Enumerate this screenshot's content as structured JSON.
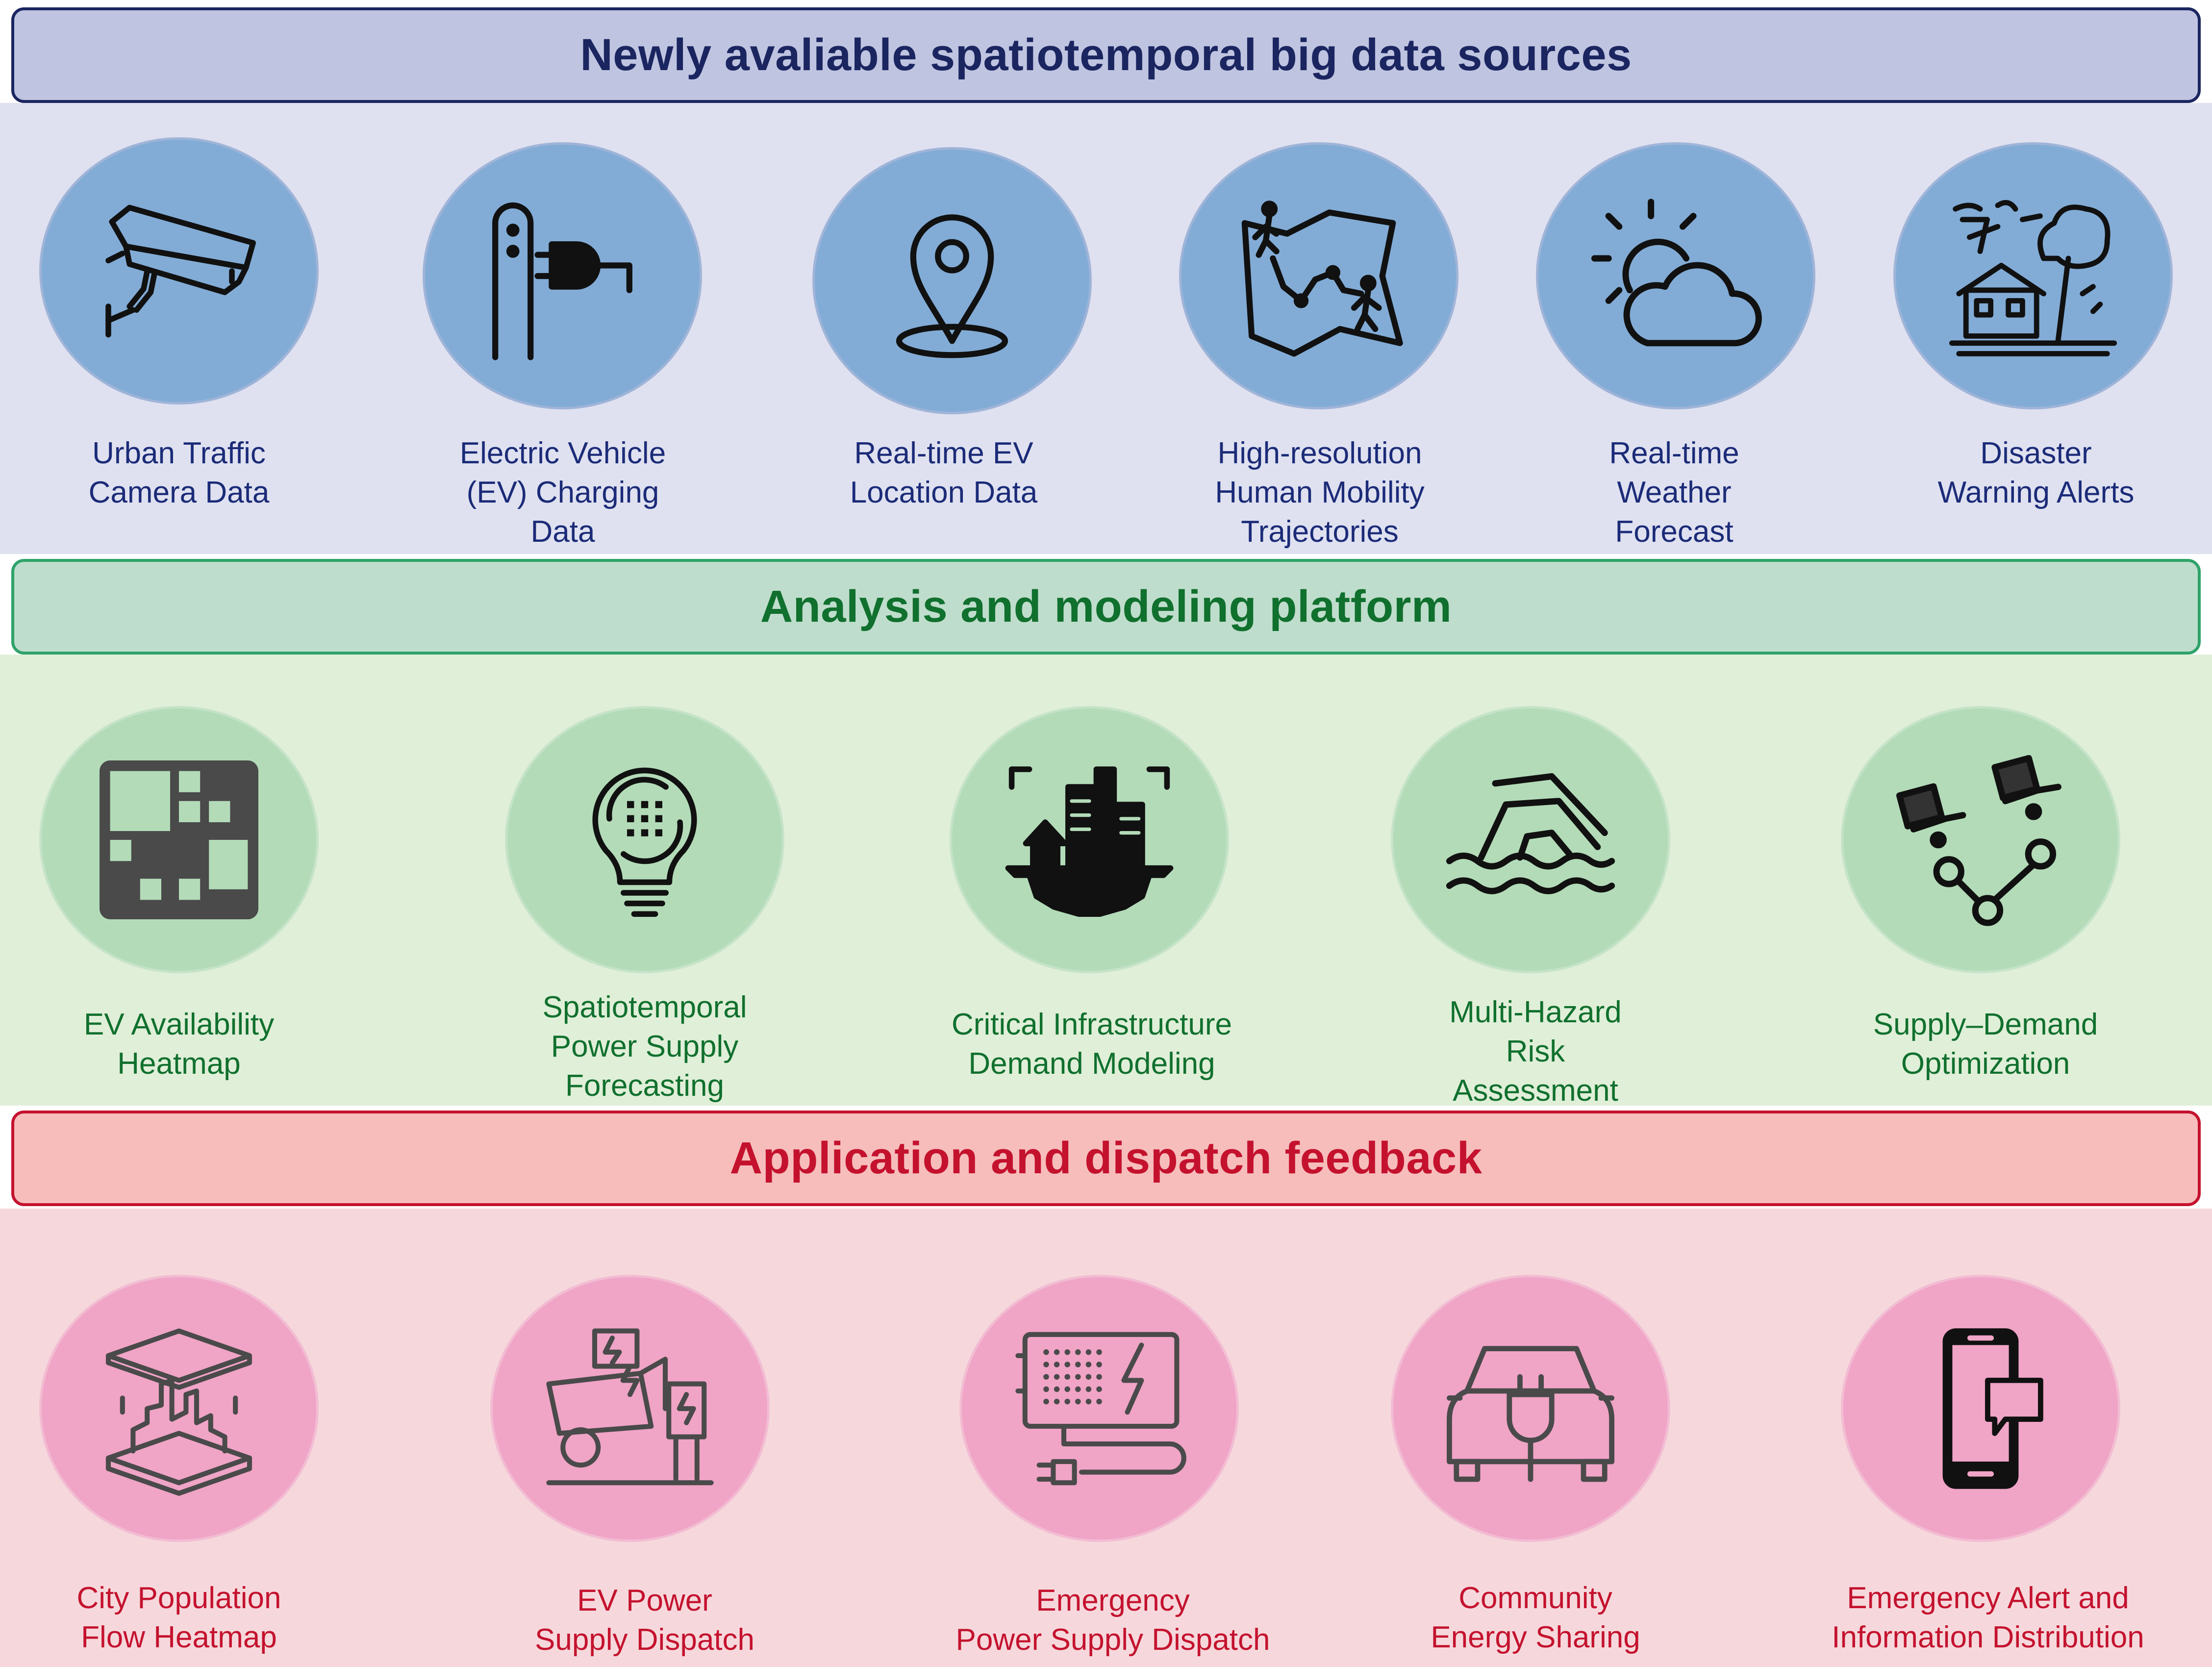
{
  "colors": {
    "section1_band": "#dfe1f0",
    "section1_header_bg": "#bfc4e0",
    "section1_header_border": "#1b2560",
    "section1_text": "#1b2560",
    "section2_band": "#e0efd8",
    "section2_header_bg": "#bfddcc",
    "section2_header_border": "#2fa36a",
    "section2_text": "#10702e",
    "section3_band": "#f6d8dc",
    "section3_header_bg": "#f6bdbb",
    "section3_header_border": "#c4122e",
    "section3_text": "#c4122e"
  },
  "sections": [
    {
      "title": "Newly avaliable spatiotemporal big data sources",
      "items": [
        {
          "label": "Urban Traffic\nCamera Data",
          "icon": "cctv-camera-icon"
        },
        {
          "label": "Electric Vehicle\n(EV)  Charging\nData",
          "icon": "ev-charger-plug-icon"
        },
        {
          "label": "Real-time EV\nLocation Data",
          "icon": "location-pin-icon"
        },
        {
          "label": "High-resolution\nHuman Mobility\nTrajectories",
          "icon": "map-trajectory-icon"
        },
        {
          "label": "Real-time\nWeather\nForecast",
          "icon": "sun-cloud-icon"
        },
        {
          "label": "Disaster\nWarning Alerts",
          "icon": "storm-house-icon"
        }
      ]
    },
    {
      "title": "Analysis and modeling platform",
      "items": [
        {
          "label": "EV Availability\nHeatmap",
          "icon": "heatmap-grid-icon"
        },
        {
          "label": "Spatiotemporal\nPower Supply\nForecasting",
          "icon": "lightbulb-cycle-icon"
        },
        {
          "label": "Critical Infrastructure\nDemand Modeling",
          "icon": "city-gear-icon"
        },
        {
          "label": "Multi-Hazard\nRisk\nAssessment",
          "icon": "flood-house-icon"
        },
        {
          "label": "Supply–Demand\nOptimization",
          "icon": "supply-network-icon"
        }
      ]
    },
    {
      "title": "Application and dispatch feedback",
      "items": [
        {
          "label": "City Population\nFlow Heatmap",
          "icon": "city-3d-platform-icon"
        },
        {
          "label": "EV Power\nSupply Dispatch",
          "icon": "ev-charging-station-icon"
        },
        {
          "label": "Emergency\nPower Supply Dispatch",
          "icon": "power-bank-icon"
        },
        {
          "label": "Community\nEnergy Sharing",
          "icon": "car-plug-icon"
        },
        {
          "label": "Emergency Alert and\nInformation Distribution",
          "icon": "smartphone-message-icon"
        }
      ]
    }
  ]
}
